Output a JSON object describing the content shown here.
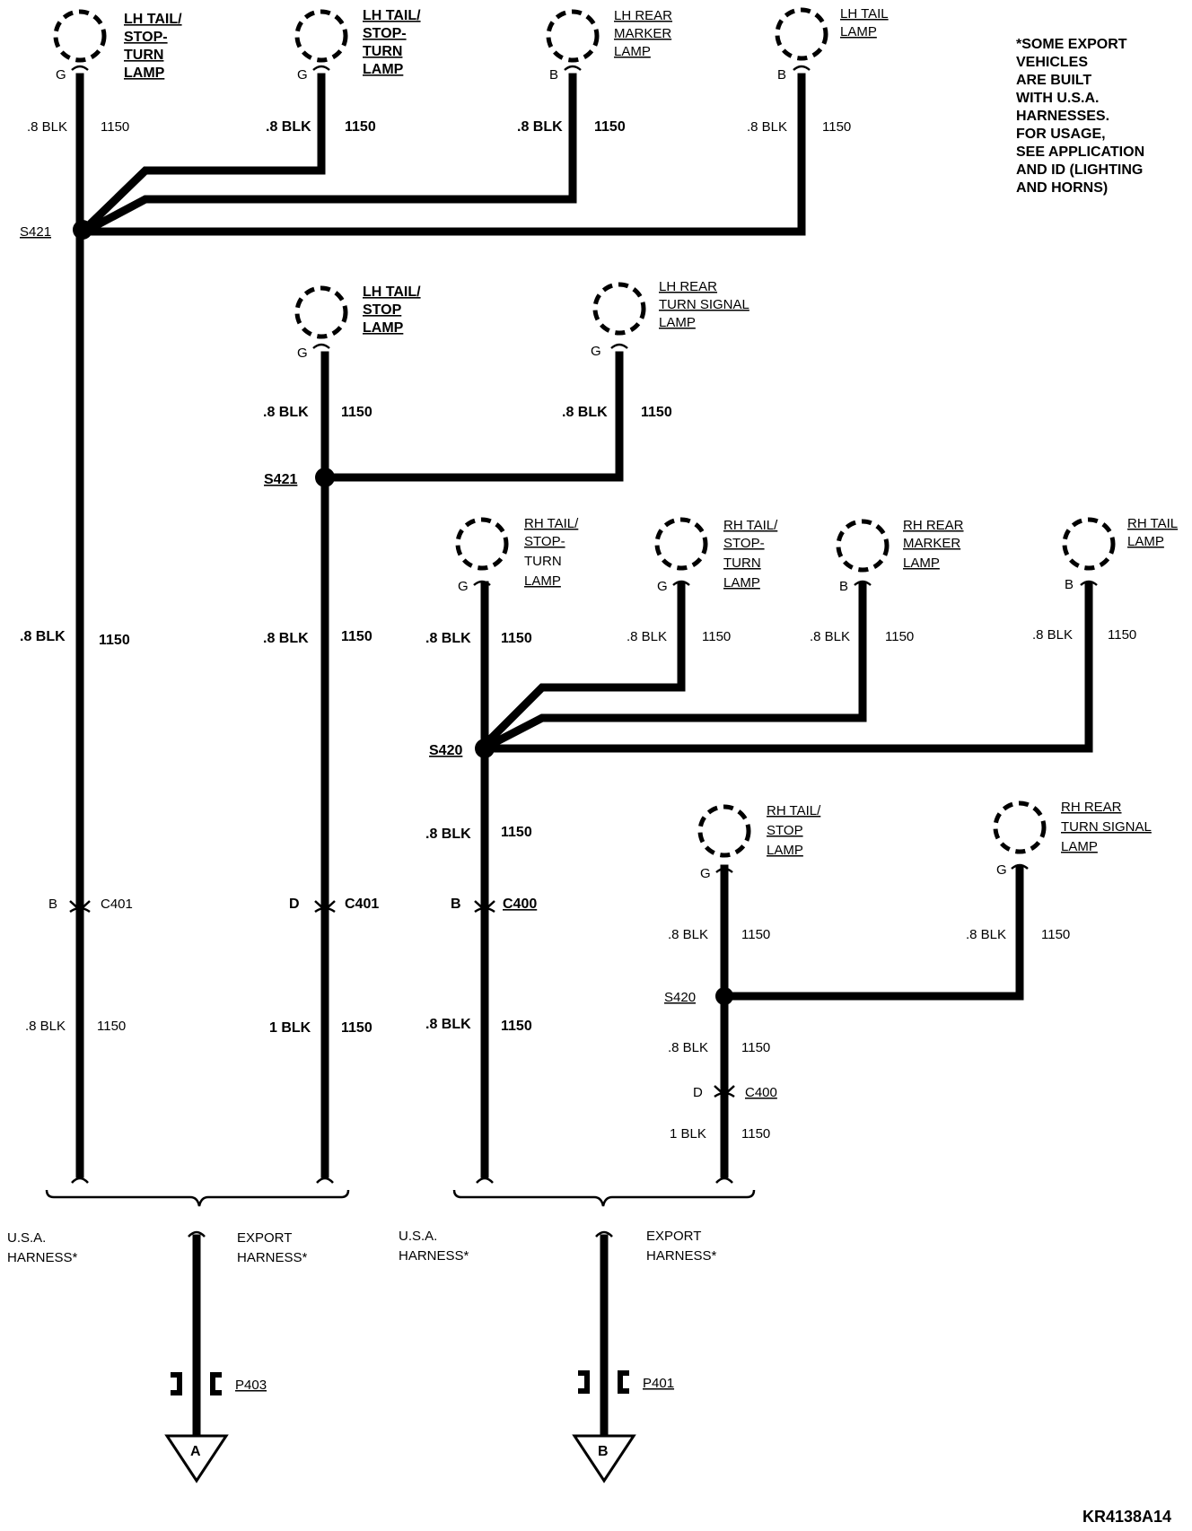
{
  "note": [
    "*SOME EXPORT",
    "VEHICLES",
    "ARE BUILT",
    "WITH U.S.A.",
    "HARNESSES.",
    "FOR USAGE,",
    "SEE APPLICATION",
    "AND ID (LIGHTING",
    "AND HORNS)"
  ],
  "figure_id": "KR4138A14",
  "lamps": {
    "lh_tail_stop_turn_1": {
      "lines": [
        "LH TAIL/",
        "STOP-",
        "TURN",
        "LAMP"
      ],
      "pin": "G",
      "gauge": ".8 BLK",
      "circuit": "1150"
    },
    "lh_tail_stop_turn_2": {
      "lines": [
        "LH TAIL/",
        "STOP-",
        "TURN",
        "LAMP"
      ],
      "pin": "G",
      "gauge": ".8 BLK",
      "circuit": "1150"
    },
    "lh_rear_marker": {
      "lines": [
        "LH REAR",
        "MARKER",
        "LAMP"
      ],
      "pin": "B",
      "gauge": ".8 BLK",
      "circuit": "1150"
    },
    "lh_tail": {
      "lines": [
        "LH TAIL",
        "LAMP"
      ],
      "pin": "B",
      "gauge": ".8 BLK",
      "circuit": "1150"
    },
    "lh_tail_stop": {
      "lines": [
        "LH TAIL/",
        "STOP",
        "LAMP"
      ],
      "pin": "G",
      "gauge": ".8 BLK",
      "circuit": "1150"
    },
    "lh_rear_turn_signal": {
      "lines": [
        "LH REAR",
        "TURN SIGNAL",
        "LAMP"
      ],
      "pin": "G",
      "gauge": ".8 BLK",
      "circuit": "1150"
    },
    "rh_tail_stop_turn_1": {
      "lines": [
        "RH TAIL/",
        "STOP-",
        "TURN",
        "LAMP"
      ],
      "pin": "G",
      "gauge": ".8 BLK",
      "circuit": "1150"
    },
    "rh_tail_stop_turn_2": {
      "lines": [
        "RH TAIL/",
        "STOP-",
        "TURN",
        "LAMP"
      ],
      "pin": "G",
      "gauge": ".8 BLK",
      "circuit": "1150"
    },
    "rh_rear_marker": {
      "lines": [
        "RH REAR",
        "MARKER",
        "LAMP"
      ],
      "pin": "B",
      "gauge": ".8 BLK",
      "circuit": "1150"
    },
    "rh_tail": {
      "lines": [
        "RH TAIL",
        "LAMP"
      ],
      "pin": "B",
      "gauge": ".8 BLK",
      "circuit": "1150"
    },
    "rh_tail_stop": {
      "lines": [
        "RH TAIL/",
        "STOP",
        "LAMP"
      ],
      "pin": "G",
      "gauge": ".8 BLK",
      "circuit": "1150"
    },
    "rh_rear_turn_signal": {
      "lines": [
        "RH REAR",
        "TURN SIGNAL",
        "LAMP"
      ],
      "pin": "G",
      "gauge": ".8 BLK",
      "circuit": "1150"
    }
  },
  "splices": {
    "s421_a": "S421",
    "s421_b": "S421",
    "s420_a": "S420",
    "s420_b": "S420"
  },
  "wire_labels": {
    "col1_mid": {
      "gauge": ".8 BLK",
      "circuit": "1150"
    },
    "col2_mid": {
      "gauge": ".8 BLK",
      "circuit": "1150"
    },
    "col3_mid": {
      "gauge": ".8 BLK",
      "circuit": "1150"
    },
    "col1_low": {
      "gauge": ".8 BLK",
      "circuit": "1150"
    },
    "col2_low": {
      "gauge": "1 BLK",
      "circuit": "1150"
    },
    "col3_low": {
      "gauge": ".8 BLK",
      "circuit": "1150"
    },
    "col4_s420_c400": {
      "gauge": ".8 BLK",
      "circuit": "1150"
    },
    "col4_low": {
      "gauge": "1 BLK",
      "circuit": "1150"
    }
  },
  "connectors": {
    "c401_b": {
      "pin": "B",
      "name": "C401"
    },
    "c401_d": {
      "pin": "D",
      "name": "C401"
    },
    "c400_b": {
      "pin": "B",
      "name": "C400"
    },
    "c400_d": {
      "pin": "D",
      "name": "C400"
    }
  },
  "harness": {
    "usa_left": [
      "U.S.A.",
      "HARNESS*"
    ],
    "export_left": [
      "EXPORT",
      "HARNESS*"
    ],
    "usa_right": [
      "U.S.A.",
      "HARNESS*"
    ],
    "export_right": [
      "EXPORT",
      "HARNESS*"
    ]
  },
  "plugs": {
    "p403": "P403",
    "p401": "P401"
  },
  "terminals": {
    "a": "A",
    "b": "B"
  }
}
